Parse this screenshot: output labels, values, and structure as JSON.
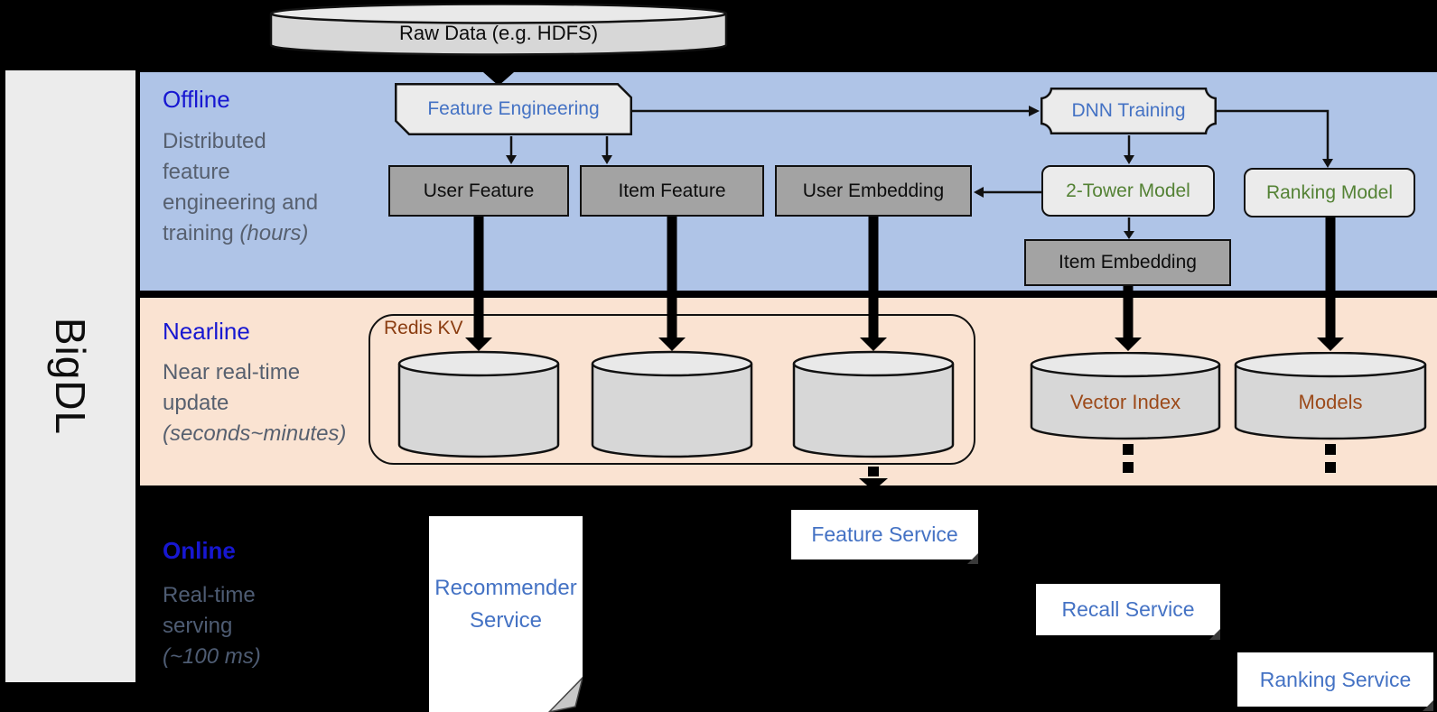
{
  "brand": {
    "label": "BigDL"
  },
  "raw_data": {
    "label": "Raw Data (e.g. HDFS)"
  },
  "lanes": {
    "offline": {
      "title": "Offline",
      "desc_line1": "Distributed",
      "desc_line2": "feature",
      "desc_line3": "engineering and",
      "desc_line4_plain": "training ",
      "desc_line4_italic": "(hours)"
    },
    "nearline": {
      "title": "Nearline",
      "desc_line1": "Near real-time",
      "desc_line2": "update",
      "desc_line3_italic": "(seconds~minutes)"
    },
    "online": {
      "title": "Online",
      "desc_line1": "Real-time",
      "desc_line2": "serving",
      "desc_line3_italic": "(~100 ms)"
    }
  },
  "nodes": {
    "feature_engineering": "Feature Engineering",
    "dnn_training": "DNN Training",
    "user_feature": "User Feature",
    "item_feature": "Item Feature",
    "user_embedding": "User Embedding",
    "two_tower_model": "2-Tower Model",
    "ranking_model": "Ranking Model",
    "item_embedding": "Item Embedding",
    "redis_kv": "Redis KV",
    "vector_index": "Vector Index",
    "models": "Models",
    "recommender_service_line1": "Recommender",
    "recommender_service_line2": "Service",
    "feature_service": "Feature Service",
    "recall_service": "Recall Service",
    "ranking_service": "Ranking Service"
  },
  "colors": {
    "offline_band": "#afc4e7",
    "nearline_band": "#fae3d2",
    "heading_blue": "#1717d1",
    "body_text_gray": "#57606f",
    "node_text_blue": "#4472c4",
    "node_text_green": "#548235",
    "cylinder_text_brown": "#9c4a1a",
    "redis_label_brown": "#8a3c10",
    "gray_box_fill": "#a3a3a3",
    "light_box_fill": "#ebebeb",
    "cylinder_fill": "#d7d7d7"
  }
}
